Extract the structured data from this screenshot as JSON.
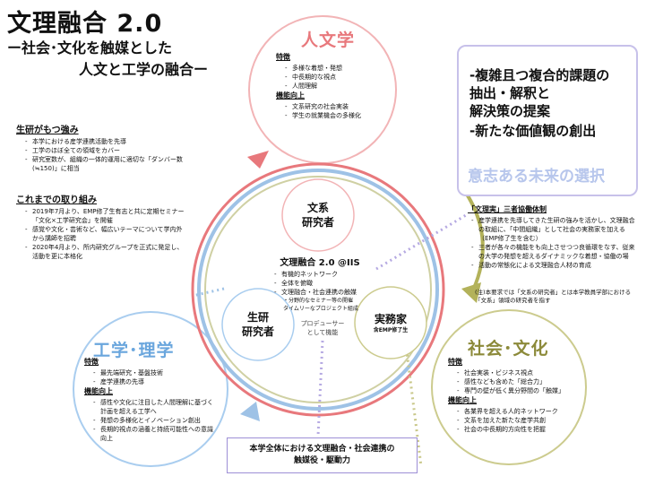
{
  "title": {
    "main": "文理融合 2.0",
    "sub1": "ー社会･文化を触媒とした",
    "sub2": "人文と工学の融合ー"
  },
  "left_panel": {
    "strengths_heading": "生研がもつ強み",
    "strengths": [
      "本学における産学連携活動を先導",
      "工学のほぼ全ての領域をカバー",
      "研究室数が、組織の一体的運用に適切な「ダンバー数(≒150)」に相当"
    ],
    "efforts_heading": "これまでの取り組み",
    "efforts": [
      "2019年7月より、EMP修了生有志と共に定期セミナー「文化×工学研究会」を開催",
      "感覚や文化・芸術など、幅広いテーマについて学内外から講師を招聘",
      "2020年4月より、所内研究グループを正式に発足し、活動を更に本格化"
    ]
  },
  "humanities": {
    "heading": "人文学",
    "features_heading": "特徴",
    "features": [
      "多様な着想・発想",
      "中長期的な視点",
      "人間理解"
    ],
    "improve_heading": "機能向上",
    "improve": [
      "文系研究の社会実装",
      "学生の就業機会の多様化"
    ]
  },
  "engineering": {
    "heading": "工学･理学",
    "features_heading": "特徴",
    "features": [
      "最先端研究・基盤技術",
      "産学連携の先導"
    ],
    "improve_heading": "機能向上",
    "improve": [
      "感性や文化に注目した人間理解に基づく計画を超える工学へ",
      "発想の多様化とイノベーション創出",
      "長期的視点の涵養と持続可能性への意識向上"
    ]
  },
  "society": {
    "heading": "社会･文化",
    "features_heading": "特徴",
    "features": [
      "社会実装・ビジネス視点",
      "感性なども含めた「総合力」",
      "専門の壁が低く異分野間の「触媒」"
    ],
    "improve_heading": "機能向上",
    "improve": [
      "各業界を超える人的ネットワーク",
      "文系を加えた新たな産学共創",
      "社会の中長期的方向性を把握"
    ]
  },
  "center": {
    "title": "文理融合 2.0 @IIS",
    "items": [
      "有機的ネットワーク",
      "全体を俯瞰",
      "文理融合・社会連携の触媒"
    ],
    "sub_items": [
      "・分野的なセミナー等の開催",
      "タイムリーなプロジェクト組成"
    ],
    "producer_line1": "プロデューサー",
    "producer_line2": "として機能"
  },
  "nodes": {
    "bunkei_line1": "文系",
    "bunkei_line2": "研究者",
    "seiken_line1": "生研",
    "seiken_line2": "研究者",
    "jitsumu_line1": "実務家",
    "jitsumu_line2": "含EMP修了生"
  },
  "right_box": {
    "line1": "-複雑且つ複合的課題の",
    "line2": "抽出・解釈と",
    "line3": "解決策の提案",
    "line4": "-新たな価値観の創出",
    "future": "意志ある未来の選択"
  },
  "system": {
    "heading": "「文理実」三者協働体制",
    "items": [
      "産学連携を先導してきた生研の強みを活かし、文理融合の取組に、「中間組織」として社会の実務家を加える（EMP修了生を含む）",
      "三者が各々の機能をも向上させつつ良循環をなす、従来の大学の発想を超えるダイナミックな着想・協働の場",
      "活動の常態化による文理融合人材の育成"
    ],
    "note": "(注)本要求では「文系の研究者」とは本学教員学部における「文系」領域の研究者を指す"
  },
  "bottom_box": {
    "line1": "本学全体における文理融合・社会連携の",
    "line2": "触媒役・駆動力"
  },
  "colors": {
    "humanities": "#e8787c",
    "engineering": "#6aa6dd",
    "society": "#b3b25a",
    "center_ring": "#9ec2e6",
    "arrow_box": "#c7c1ea"
  }
}
